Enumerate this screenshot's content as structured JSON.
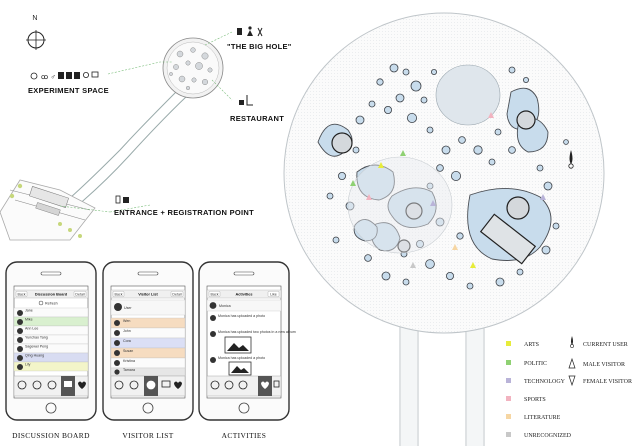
{
  "compass_label": "N",
  "site_labels": {
    "big_hole": "\"THE BIG HOLE\"",
    "experiment_space": "EXPERIMENT SPACE",
    "restaurant": "RESTAURANT",
    "entrance": "ENTRANCE + REGISTRATION POINT"
  },
  "phones": [
    {
      "caption": "DISCUSSION BOARD",
      "back": "Back",
      "title": "Discussion Board",
      "action": "Detail",
      "refresh": "Refresh",
      "rows": [
        "Jane",
        "Mike",
        "Ann Lee",
        "Yunchao Tang",
        "Sagewei Peng",
        "Qing Huang",
        "Lily"
      ]
    },
    {
      "caption": "VISITOR LIST",
      "back": "Back",
      "title": "Visitor List",
      "action": "Detail",
      "user": "User",
      "rows": [
        "Wen",
        "John",
        "Cora",
        "Susan",
        "Kristina",
        "Tamara"
      ]
    },
    {
      "caption": "ACTIVITIES",
      "back": "Back",
      "title": "Activities",
      "action": "Like",
      "user": "Monica",
      "posts": [
        "Monica has uploaded a photo",
        "Monica has uploaded two photos in a new album",
        "Monica has uploaded a photo"
      ]
    }
  ],
  "legend": {
    "categories": [
      {
        "label": "ARTS",
        "color": "#e7ec3a"
      },
      {
        "label": "POLITIC",
        "color": "#8fd173"
      },
      {
        "label": "TECHNOLOGY",
        "color": "#b9b3d8"
      },
      {
        "label": "SPORTS",
        "color": "#f2b3c0"
      },
      {
        "label": "LITERATURE",
        "color": "#f6d6a3"
      },
      {
        "label": "UNRECOGNIZED",
        "color": "#c8c8c8"
      }
    ],
    "markers": [
      "CURRENT USER",
      "MALE VISITOR",
      "FEMALE VISITOR"
    ]
  }
}
